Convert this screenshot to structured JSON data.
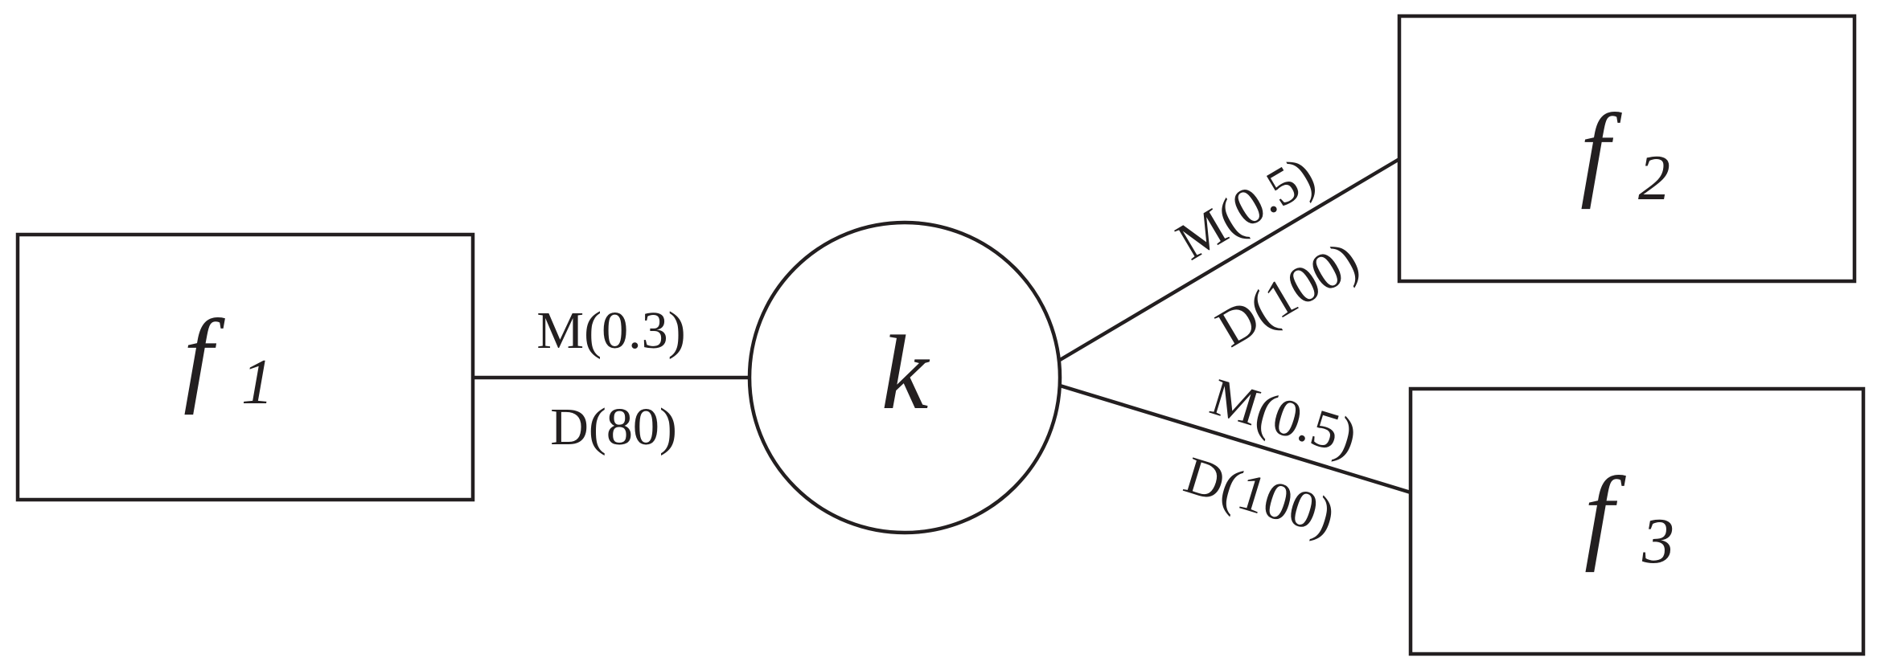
{
  "nodes": {
    "f1": {
      "symbol": "f",
      "subscript": "1"
    },
    "f2": {
      "symbol": "f",
      "subscript": "2"
    },
    "f3": {
      "symbol": "f",
      "subscript": "3"
    },
    "k": {
      "symbol": "k"
    }
  },
  "edges": {
    "f1_k": {
      "top_label": "M(0.3)",
      "bottom_label": "D(80)"
    },
    "k_f2": {
      "top_label": "M(0.5)",
      "bottom_label": "D(100)"
    },
    "k_f3": {
      "top_label": "M(0.5)",
      "bottom_label": "D(100)"
    }
  },
  "colors": {
    "stroke": "#231f20",
    "background": "#ffffff"
  }
}
